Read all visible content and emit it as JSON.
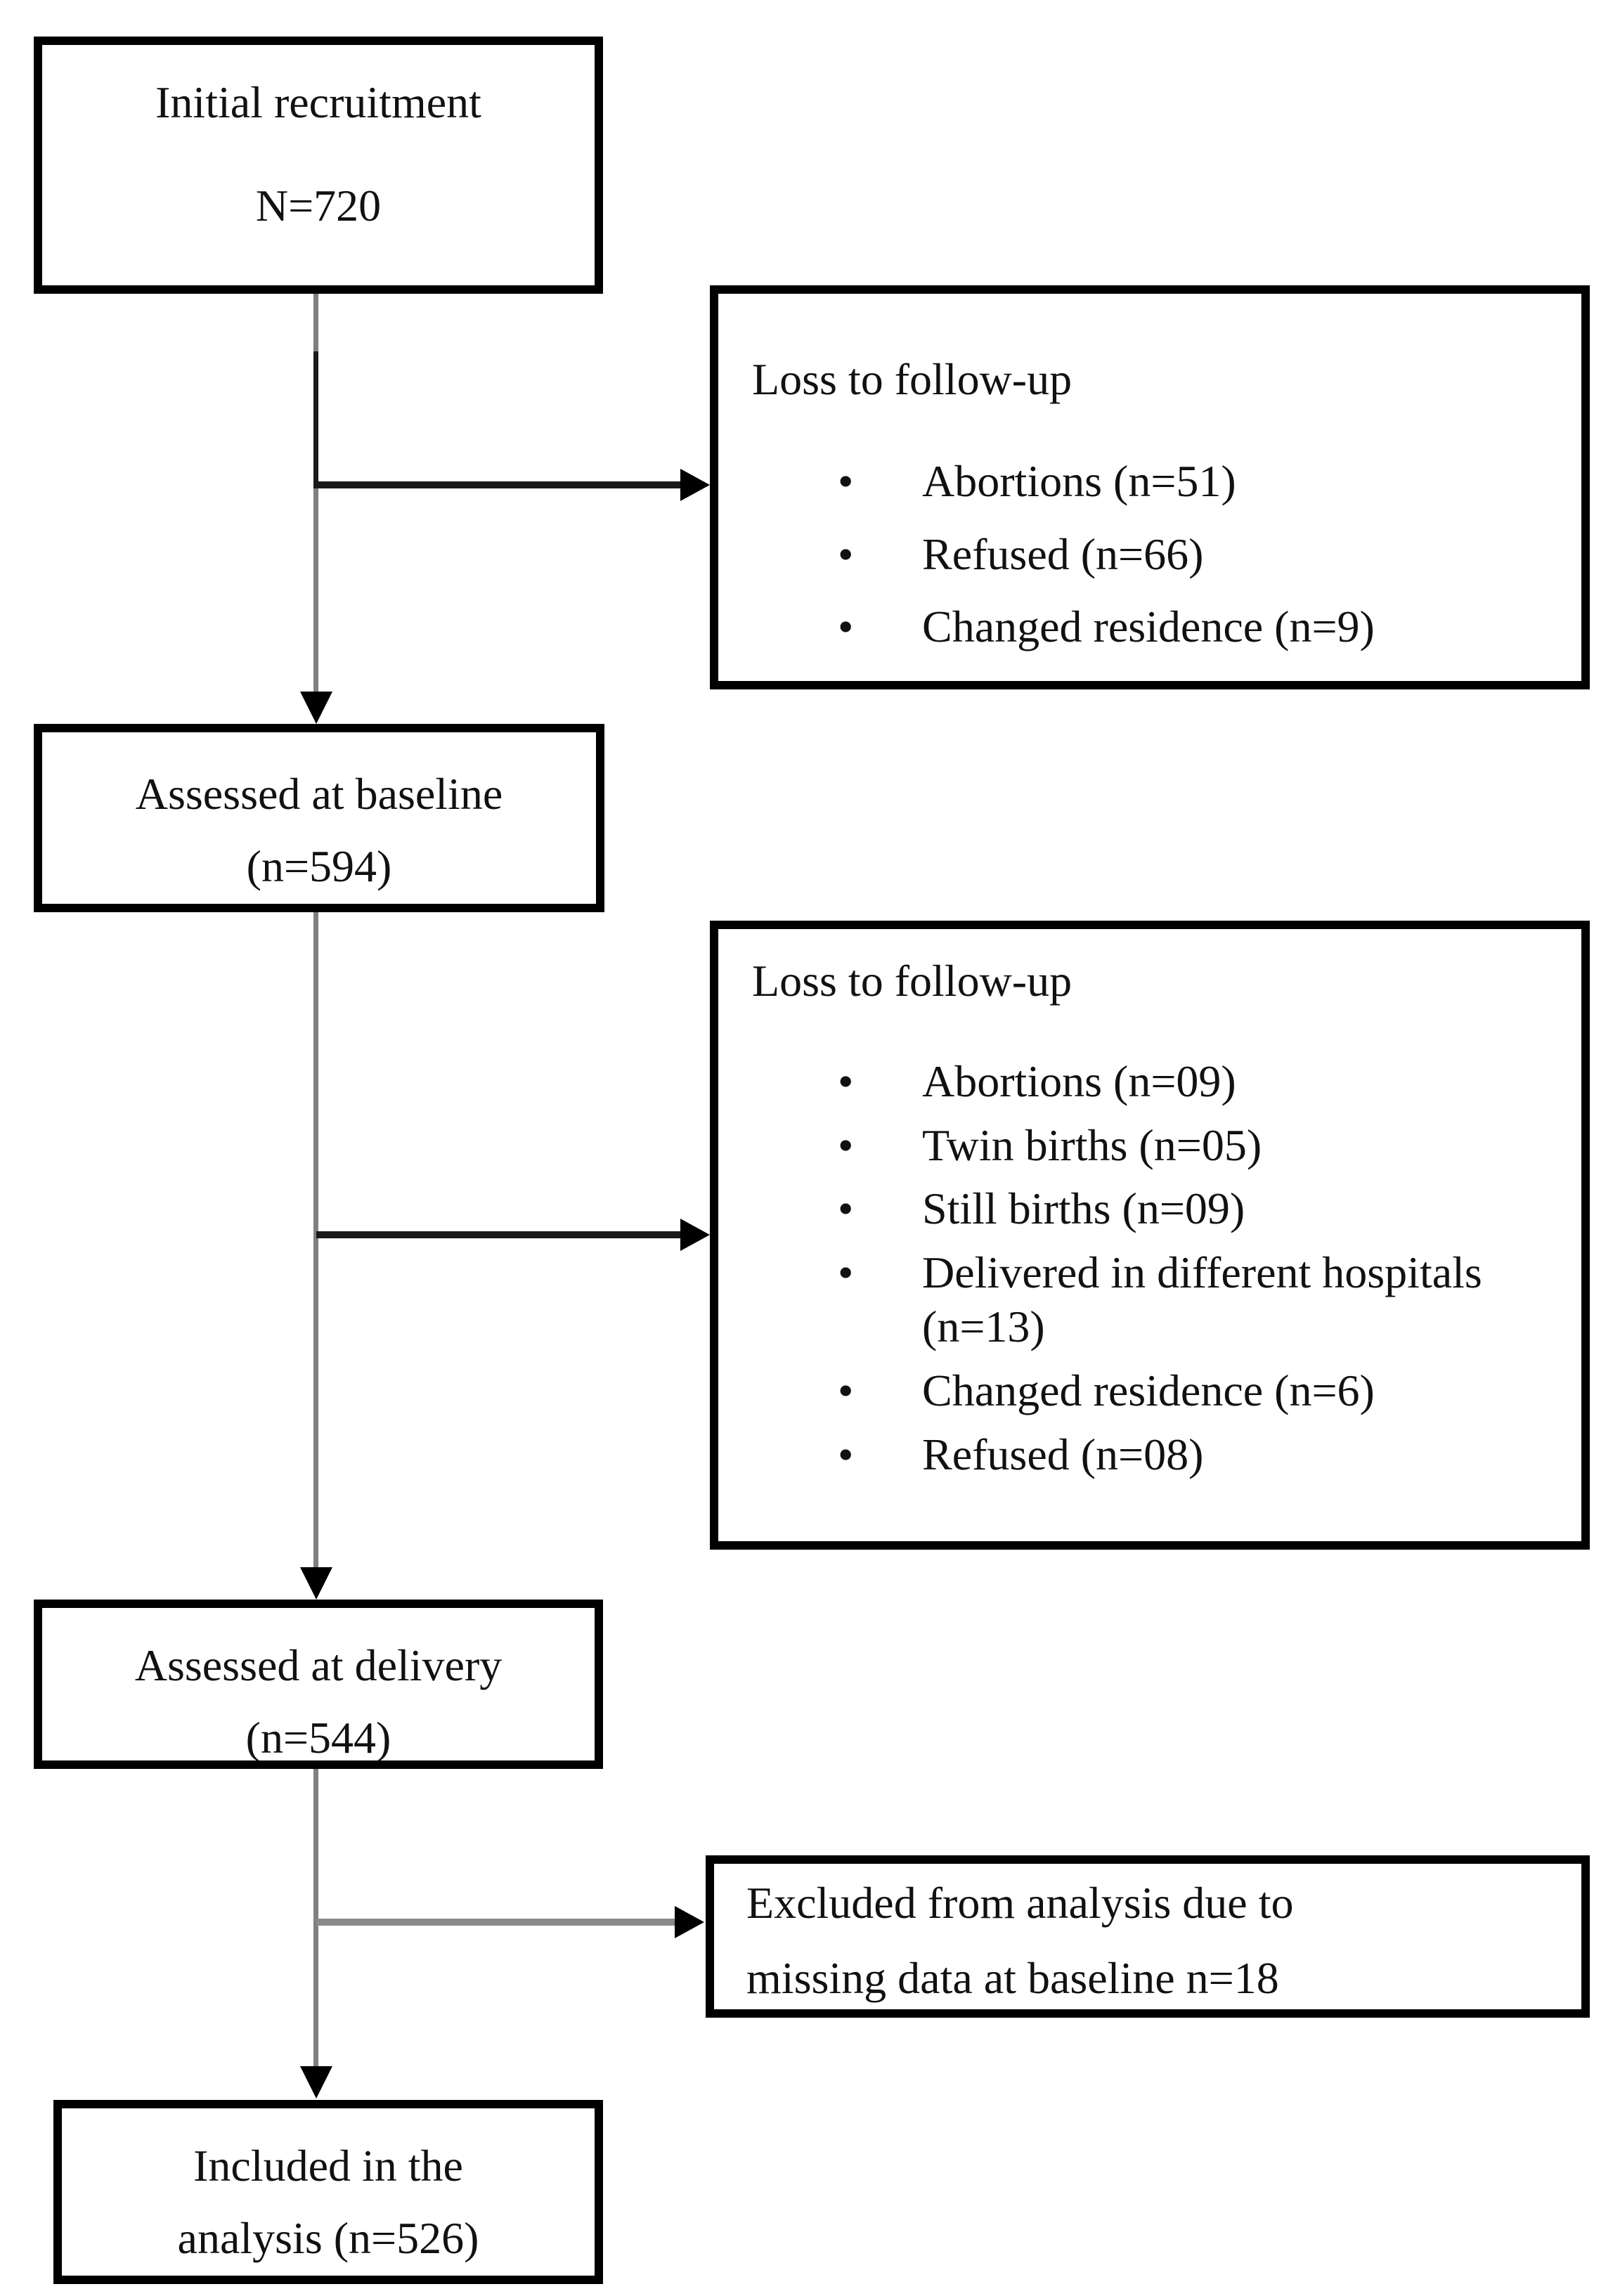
{
  "flowchart": {
    "boxes": {
      "initial": {
        "line1": "Initial recruitment",
        "line2": "N=720"
      },
      "loss_followup_1": {
        "title": "Loss to follow-up",
        "items": [
          "Abortions (n=51)",
          "Refused (n=66)",
          "Changed residence (n=9)"
        ]
      },
      "baseline": {
        "line1": "Assessed at baseline",
        "line2": "(n=594)"
      },
      "loss_followup_2": {
        "title": "Loss to follow-up",
        "items": [
          "Abortions (n=09)",
          "Twin births (n=05)",
          "Still births (n=09)",
          "Delivered in different hospitals (n=13)",
          "Changed residence (n=6)",
          "Refused (n=08)"
        ]
      },
      "delivery": {
        "line1": "Assessed at delivery",
        "line2": "(n=544)"
      },
      "excluded": {
        "line1": "Excluded from analysis due to",
        "line2": "missing data at baseline n=18"
      },
      "included": {
        "line1": "Included in the",
        "line2": "analysis (n=526)"
      }
    },
    "bullet_glyph": "•",
    "colors": {
      "box_border": "#000000",
      "text": "#111111",
      "connector_gray": "#7f7f7f",
      "connector_black": "#1a1a1a",
      "arrowhead": "#000000",
      "background": "#ffffff"
    }
  }
}
